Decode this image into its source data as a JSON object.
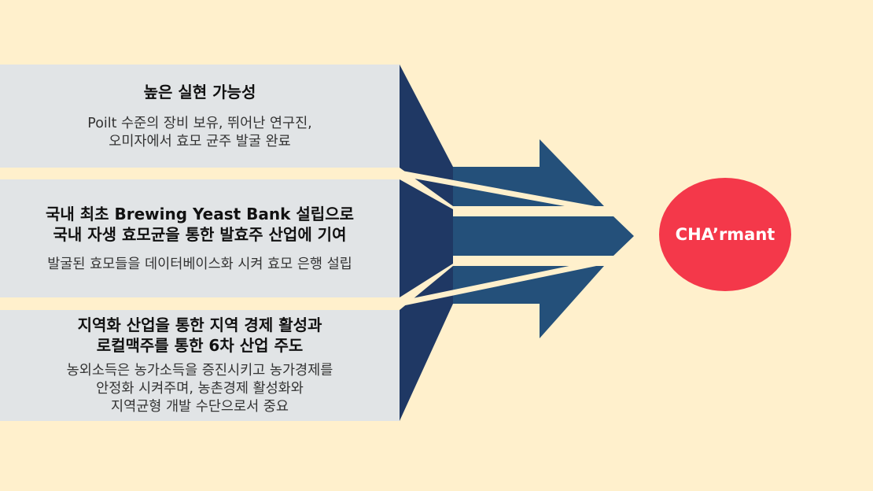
{
  "items": [
    {
      "title": "높은 실현 가능성",
      "description": "Poilt 수준의 장비 보유, 뛰어난 연구진,\n오미자에서 효모 균주 발굴 완료"
    },
    {
      "title": "국내 최초 Brewing Yeast Bank 설립으로\n국내 자생 효모균을 통한 발효주 산업에 기여",
      "description": "발굴된 효모들을 데이터베이스화 시켜 효모 은행 설립"
    },
    {
      "title": "지역화 산업을 통한 지역 경제 활성과\n로컬맥주를 통한 6차 산업 주도",
      "description": "농외소득은 농가소득을 증진시키고 농가경제를\n안정화 시켜주며, 농촌경제 활성화와\n지역균형 개발 수단으로서 중요"
    }
  ],
  "target": {
    "label": "CHA’rmant"
  },
  "colors": {
    "background": "#fff0cc",
    "panel": "#e1e4e6",
    "arrow_dark": "#1f3864",
    "arrow_body": "#24507a",
    "target": "#f4384a"
  }
}
